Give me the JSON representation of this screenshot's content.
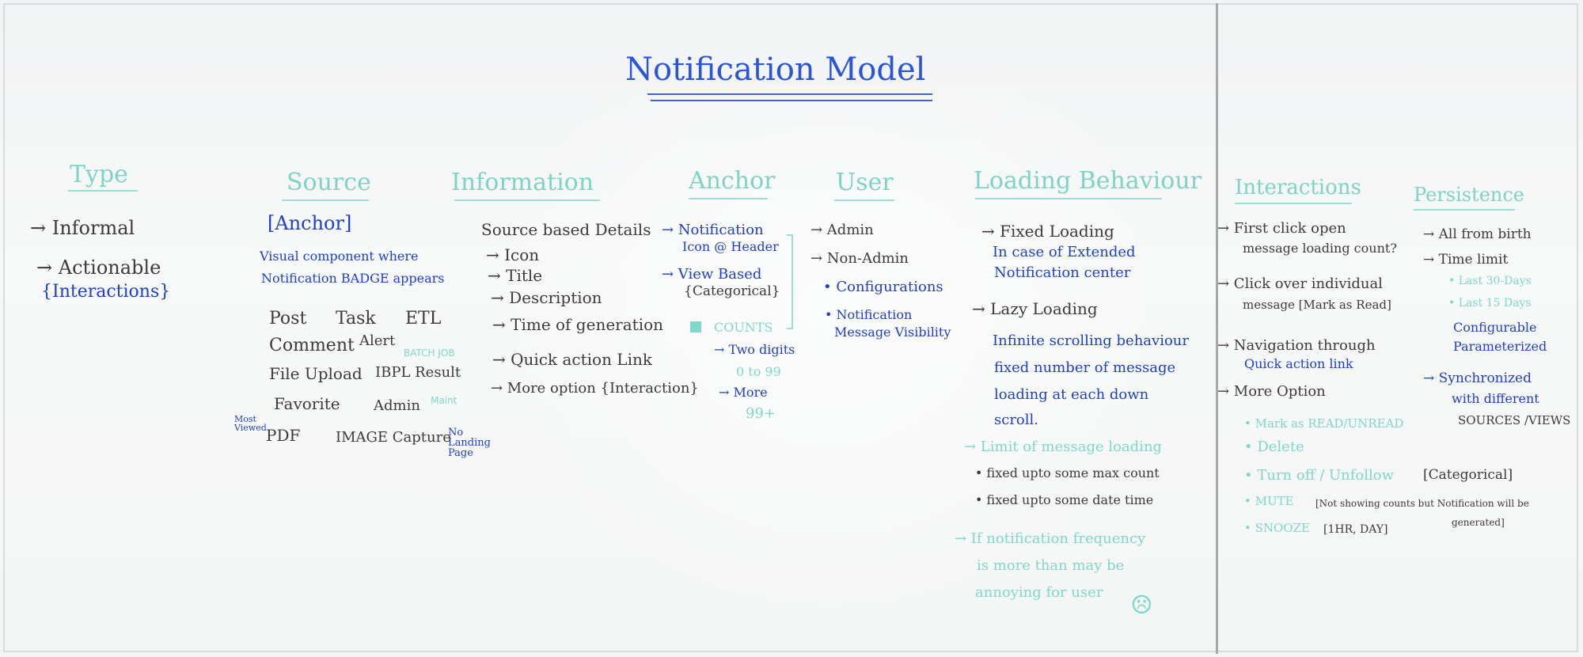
{
  "title": "Notification Model",
  "columns": {
    "type": {
      "heading": "Type",
      "items": [
        "→ Informal",
        "→ Actionable",
        "{Interactions}"
      ]
    },
    "source": {
      "heading": "Source",
      "anchor_box": "[Anchor]",
      "anchor_desc_1": "Visual component where",
      "anchor_desc_2": "Notification BADGE appears",
      "row1": [
        "Post",
        "Task",
        "ETL"
      ],
      "row2": [
        "Comment",
        "Alert"
      ],
      "batch_job": "BATCH JOB",
      "row3": [
        "File Upload",
        "IBPL Result"
      ],
      "row4": [
        "Favorite",
        "Admin"
      ],
      "maint": "Maint",
      "most_viewed": "Most Viewed",
      "row5": [
        "PDF",
        "IMAGE Capture"
      ],
      "no_landing": "No Landing Page"
    },
    "information": {
      "heading": "Information",
      "intro": "Source based Details",
      "items": [
        "→ Icon",
        "→ Title",
        "→ Description",
        "→ Time of generation",
        "→ Quick action Link",
        "→ More option {Interaction}"
      ]
    },
    "anchor": {
      "heading": "Anchor",
      "notif_1": "→ Notification",
      "notif_2": "Icon @ Header",
      "view_1": "→ View Based",
      "view_2": "{Categorical}",
      "counts": "COUNTS",
      "two_digits": "→ Two digits",
      "range": "0 to 99",
      "more": "→ More",
      "more_val": "99+"
    },
    "user": {
      "heading": "User",
      "items": [
        "→ Admin",
        "→ Non-Admin"
      ],
      "bullet_1": "• Configurations",
      "bullet_2a": "• Notification",
      "bullet_2b": "Message Visibility"
    },
    "loading": {
      "heading": "Loading Behaviour",
      "fixed": "→ Fixed Loading",
      "fixed_d1": "In case of Extended",
      "fixed_d2": "Notification center",
      "lazy": "→ Lazy Loading",
      "lazy_d1": "Infinite scrolling behaviour",
      "lazy_d2": "fixed number of message",
      "lazy_d3": "loading at each down",
      "lazy_d4": "scroll.",
      "limit": "→ Limit of message loading",
      "limit_1": "• fixed upto some max count",
      "limit_2": "• fixed upto some date time",
      "freq_1": "→ If notification frequency",
      "freq_2": "is more than may be",
      "freq_3": "annoying for user",
      "sad_face": "☹"
    },
    "interactions": {
      "heading": "Interactions",
      "i1a": "→ First click open",
      "i1b": "message loading count?",
      "i2a": "→ Click over individual",
      "i2b": "message [Mark as Read]",
      "i3a": "→ Navigation through",
      "i3b": "Quick action link",
      "i4": "→ More Option",
      "o1": "• Mark as READ/UNREAD",
      "o2": "• Delete",
      "o3": "• Turn off / Unfollow",
      "o3b": "[Categorical]",
      "o4": "• MUTE",
      "o4b": "[Not showing counts but Notification will be",
      "o4c": "generated]",
      "o5": "• SNOOZE",
      "o5b": "[1HR, DAY]"
    },
    "persistence": {
      "heading": "Persistence",
      "p1": "→ All from birth",
      "p2": "→ Time limit",
      "p3": "• Last 30-Days",
      "p4": "• Last 15 Days",
      "p5": "Configurable",
      "p6": "Parameterized",
      "p7": "→ Synchronized",
      "p8": "with different",
      "p9": "SOURCES /VIEWS"
    }
  },
  "colors": {
    "blue": "#1f3fc8",
    "teal": "#7fd8c8",
    "black": "#3b3b3b"
  }
}
